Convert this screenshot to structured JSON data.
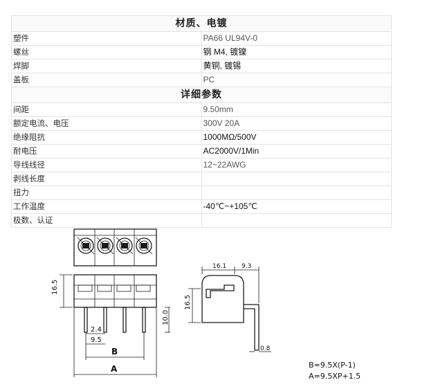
{
  "sections": [
    {
      "title": "材质、电镀",
      "rows": [
        {
          "label": "塑件",
          "value": "PA66 UL94V-0"
        },
        {
          "label": "螺丝",
          "value": "钢  M4, 镀镍"
        },
        {
          "label": "焊脚",
          "value": "黄铜, 镀锡"
        },
        {
          "label": "盖板",
          "value": "PC"
        }
      ]
    },
    {
      "title": "详细参数",
      "rows": [
        {
          "label": "间距",
          "value": "9.50mm"
        },
        {
          "label": "额定电流、电压",
          "value": "300V  20A"
        },
        {
          "label": "绝缘阻抗",
          "value": "1000MΩ/500V"
        },
        {
          "label": "耐电压",
          "value": "AC2000V/1Min"
        },
        {
          "label": "导线线径",
          "value": "12~22AWG"
        },
        {
          "label": "剥线长度",
          "value": ""
        },
        {
          "label": "扭力",
          "value": ""
        },
        {
          "label": "工作温度",
          "value": "-40℃~+105℃"
        },
        {
          "label": "极数、认证",
          "value": ""
        }
      ]
    }
  ],
  "drawing": {
    "dims": {
      "front_height": "16.5",
      "pin_width": "2.4",
      "pitch": "9.5",
      "b": "B",
      "a": "A",
      "pin_length": "10.0",
      "side_width": "16.1",
      "side_offset": "9.3",
      "side_height": "16.5",
      "pin_thick": "0.8"
    },
    "formula_b": "B=9.5X(P-1)",
    "formula_a": "A=9.5XP+1.5"
  }
}
